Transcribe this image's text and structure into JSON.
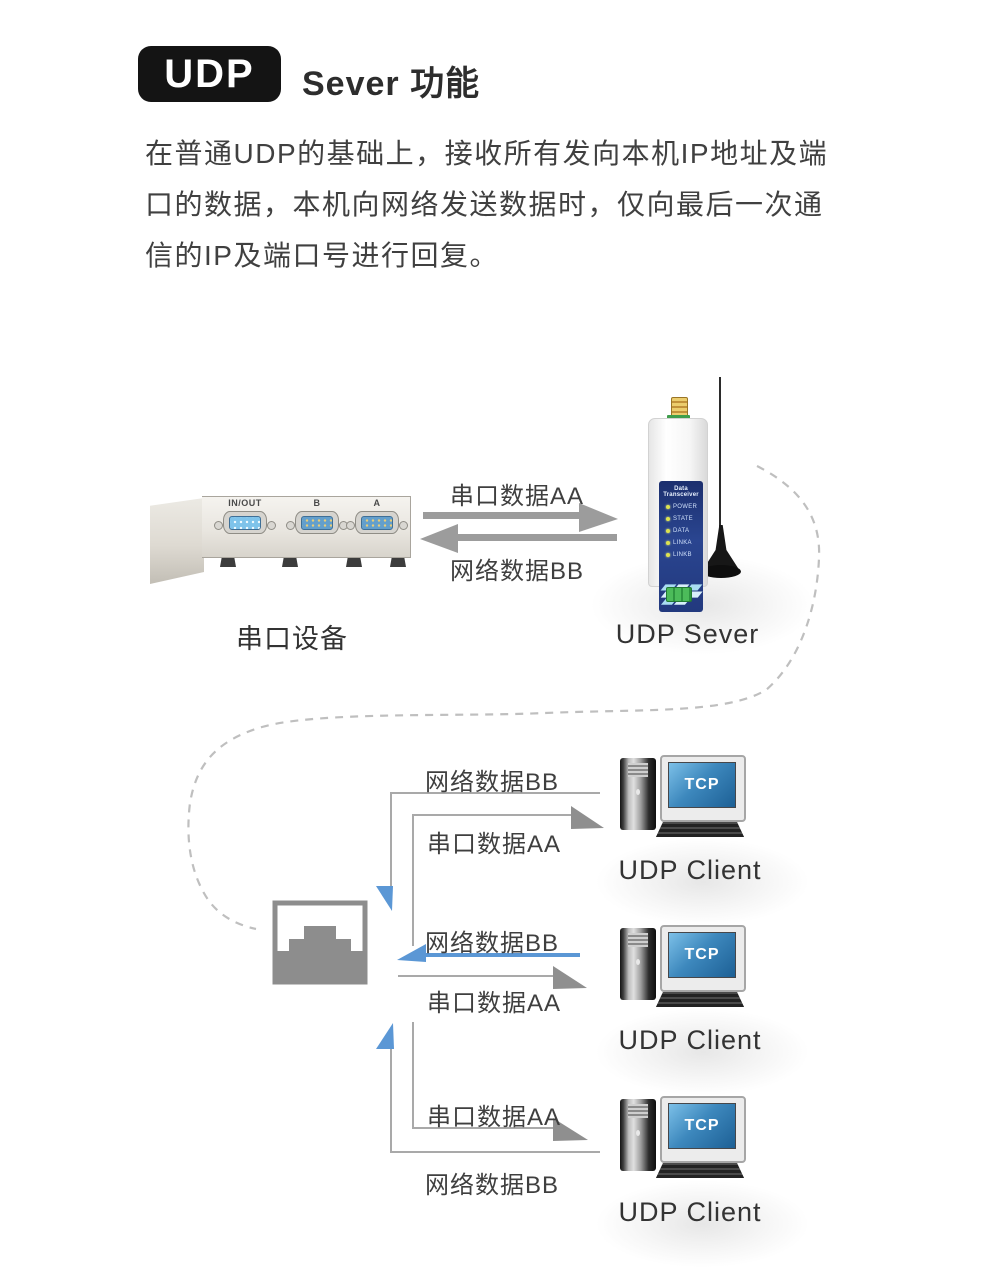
{
  "header": {
    "badge": "UDP",
    "title": "Sever 功能"
  },
  "description": {
    "lines": [
      "在普通UDP的基础上，接收所有发向本机IP地址及端",
      "口的数据，本机向网络发送数据时，仅向最后一次通",
      "信的IP及端口号进行回复。"
    ]
  },
  "top_flow": {
    "serial_device": {
      "caption": "串口设备",
      "ports": [
        {
          "label": "IN/OUT"
        },
        {
          "label": "B"
        },
        {
          "label": "A"
        }
      ]
    },
    "to_server_label": "串口数据AA",
    "to_device_label": "网络数据BB",
    "server": {
      "caption": "UDP Sever",
      "panel_title": "Data Transceiver",
      "leds": [
        "POWER",
        "STATE",
        "DATA",
        "LINKA",
        "LINKB"
      ]
    }
  },
  "bottom_flow": {
    "switch_icon": "ethernet-port",
    "clients": [
      {
        "caption": "UDP Client",
        "screen_label": "TCP",
        "top_label": "网络数据BB",
        "bottom_label": "串口数据AA"
      },
      {
        "caption": "UDP Client",
        "screen_label": "TCP",
        "top_label": "网络数据BB",
        "bottom_label": "串口数据AA"
      },
      {
        "caption": "UDP Client",
        "screen_label": "TCP",
        "top_label": "串口数据AA",
        "bottom_label": "网络数据BB"
      }
    ]
  },
  "colors": {
    "badge_bg": "#141414",
    "accent_blue": "#5b97d5",
    "arrow_gray": "#9c9c9c",
    "line_gray": "#a9a9a9",
    "switch_gray": "#8d8d8d",
    "dashed_gray": "#bfbfbf",
    "panel_navy": "#22397e",
    "screen_blue": "#2d77b2",
    "terminal_green": "#3fae4d",
    "text_dark": "#333333"
  }
}
